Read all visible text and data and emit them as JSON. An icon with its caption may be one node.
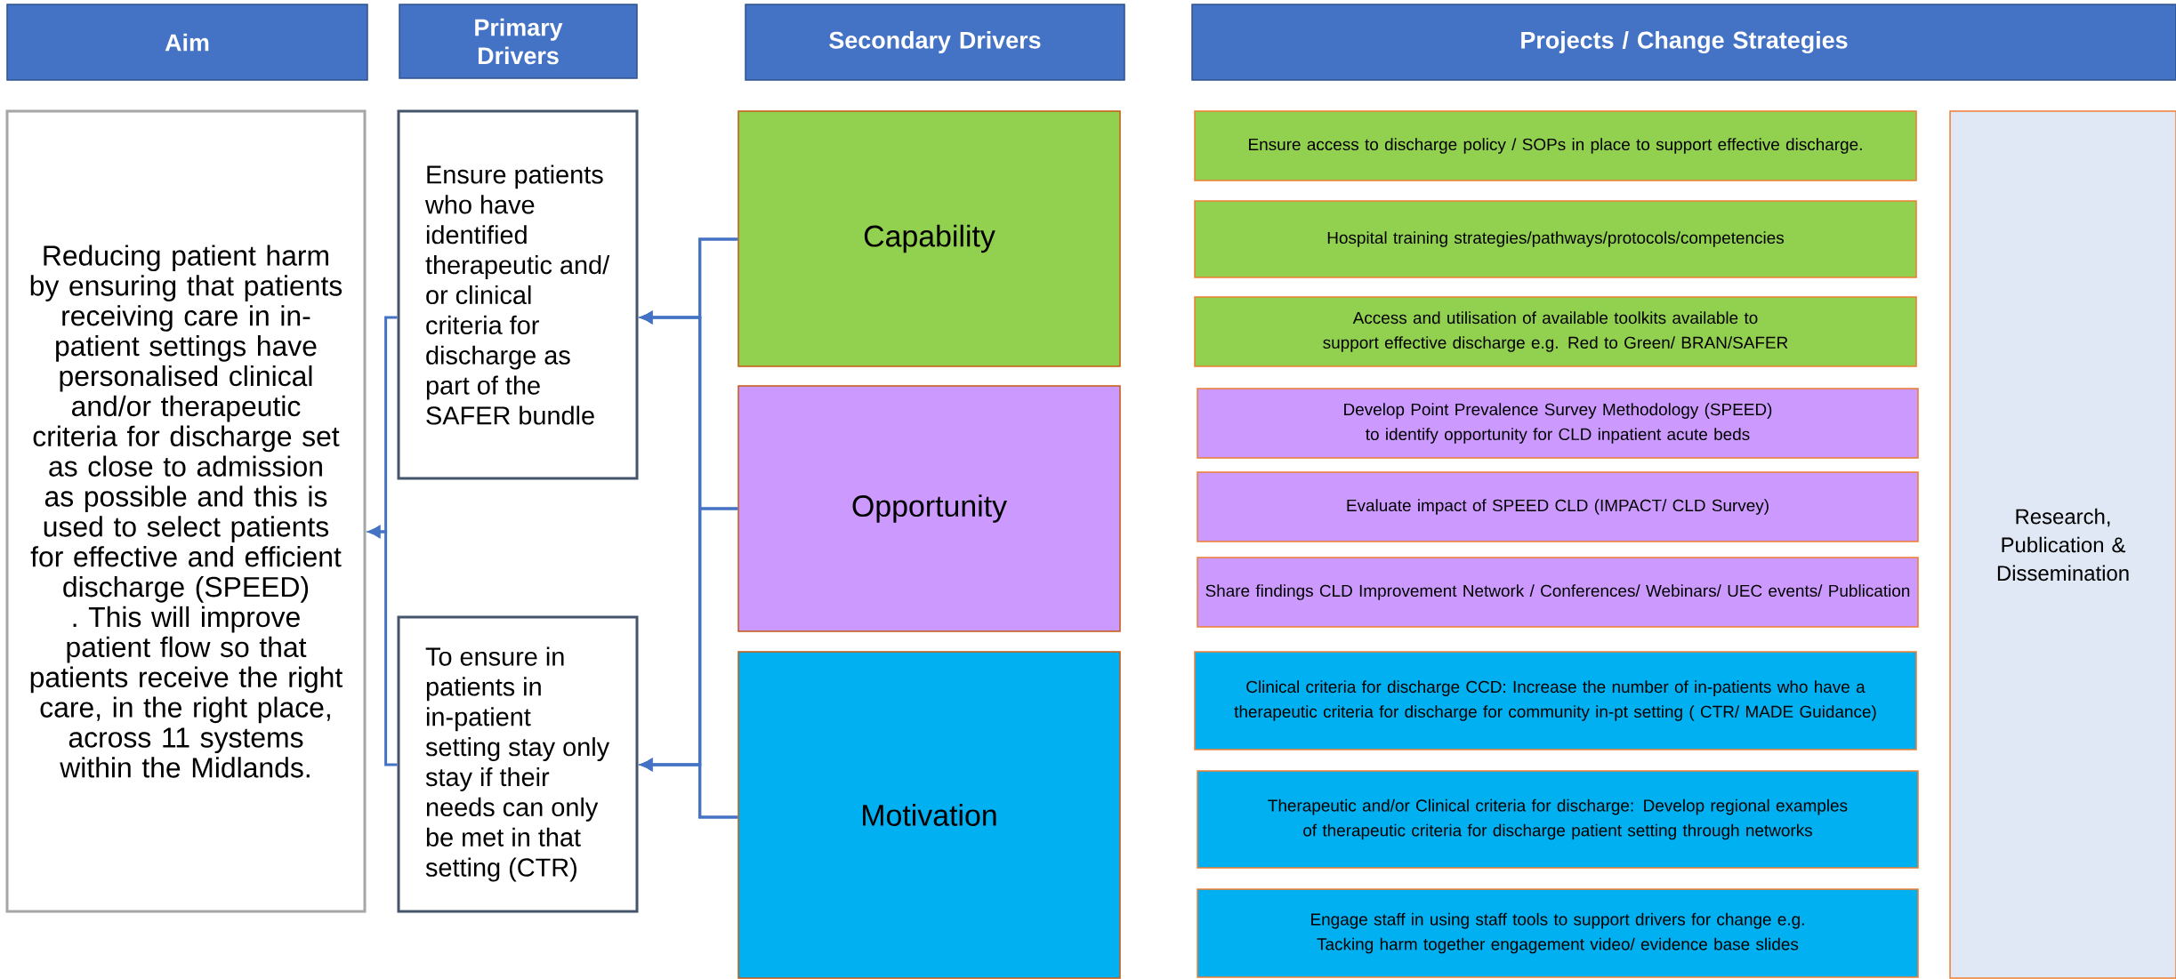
{
  "diagram": {
    "nodes": [
      {
        "text": [
          "Aim"
        ]
      },
      {
        "text": [
          "Primary Drivers"
        ]
      },
      {
        "text": [
          "Secondary Drivers"
        ]
      },
      {
        "text": [
          "Projects / Change Strategies"
        ]
      },
      {
        "text": [
          "Reducing patient harm by ensuring that patients receiving care in in-patient settings have personalised clinical and/or therapeutic criteria for discharge set as close to admission as possible and this is used to select patients for effective and efficient discharge (SPEED) . This will improve patient flow so that patients receive the right care, in the right place, across 11 systems within the Midlands."
        ]
      },
      {
        "text": [
          "Ensure patients who have identified therapeutic and/ or clinical criteria for discharge as part of the SAFER bundle"
        ]
      },
      {
        "text": [
          "To ensure in patients in in-patient setting stay only stay if their needs can only be met in that setting (CTR)"
        ]
      },
      {
        "text": [
          "Capability"
        ]
      },
      {
        "text": [
          "Opportunity"
        ]
      },
      {
        "text": [
          "Motivation"
        ]
      },
      {
        "text": [
          "Ensure access to discharge policy / SOPs in place to support effective discharge."
        ]
      },
      {
        "text": [
          "Hospital training strategies/pathways/protocols/competencies"
        ]
      },
      {
        "text": [
          "Access and utilisation of  available toolkits available to support effective discharge e.g. Red to Green/ BRAN/SAFER"
        ]
      },
      {
        "text": [
          "Develop Point Prevalence Survey Methodology (SPEED) to identify opportunity for CLD inpatient acute beds"
        ]
      },
      {
        "text": [
          "Evaluate impact of SPEED CLD (IMPACT/ CLD Survey)"
        ]
      },
      {
        "text": [
          "Share findings CLD Improvement Network / Conferences/ Webinars/ UEC events/ Publication"
        ]
      },
      {
        "text": [
          "Clinical criteria for discharge CCD: Increase the number of in-patients who have a therapeutic criteria for discharge for community in-pt setting ( CTR/ MADE Guidance)"
        ]
      },
      {
        "text": [
          "Therapeutic and/or Clinical criteria for discharge: Develop regional examples of therapeutic criteria for discharge patient setting through networks"
        ]
      },
      {
        "text": [
          "Engage staff in using staff tools  to support drivers for change  e.g. Tacking harm together engagement video/ evidence base slides"
        ]
      },
      {
        "text": [
          "Research, Publication & Dissemination"
        ]
      }
    ],
    "edges": [
      {
        "from": 7,
        "to": 5,
        "arrow": "to"
      },
      {
        "from": 7,
        "to": 6,
        "arrow": "to"
      },
      {
        "from": 8,
        "to": 5,
        "arrow": "to"
      },
      {
        "from": 8,
        "to": 6,
        "arrow": "to"
      },
      {
        "from": 9,
        "to": 5,
        "arrow": "to"
      },
      {
        "from": 9,
        "to": 6,
        "arrow": "to"
      },
      {
        "from": 5,
        "to": 4,
        "arrow": "to"
      },
      {
        "from": 6,
        "to": 4,
        "arrow": "to"
      }
    ]
  }
}
